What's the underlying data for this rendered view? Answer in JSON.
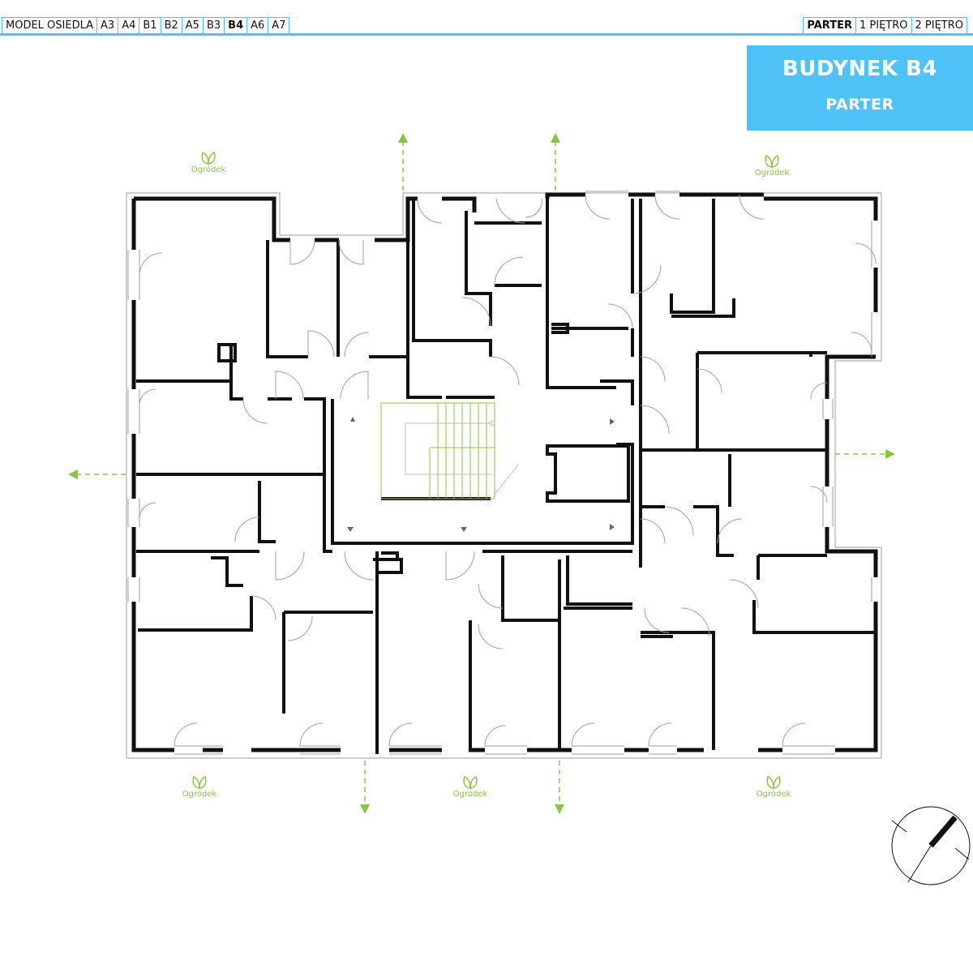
{
  "nav": {
    "left": [
      "MODEL OSIEDLA",
      "A3",
      "A4",
      "B1",
      "B2",
      "A5",
      "B3",
      "B4",
      "A6",
      "A7"
    ],
    "right": [
      "PARTER",
      "1 PIĘTRO",
      "2 PIĘTRO"
    ],
    "active_building": "B4",
    "active_floor": "PARTER"
  },
  "header": {
    "building": "BUDYNEK B4",
    "floor": "PARTER"
  },
  "gardens": {
    "label": "Ogródek"
  },
  "colors": {
    "accent": "#4fc3f7",
    "wall": "#111111",
    "garden": "#8bc34a",
    "stairs": "#8bc34a"
  },
  "icons": {
    "garden": "leaf-icon",
    "compass": "north-arrow-icon"
  }
}
